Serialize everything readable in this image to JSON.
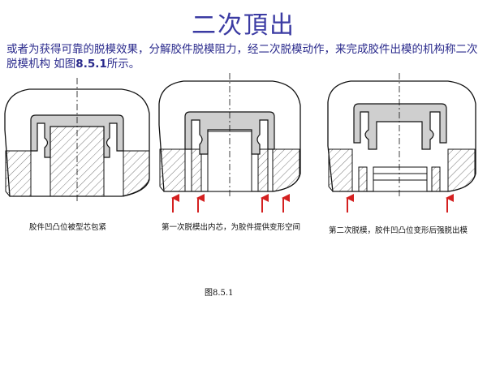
{
  "title": "二次頂出",
  "intro": {
    "text": "或者为获得可靠的脱模效果，分解胶件脱模阻力，经二次脱模动作，来完成胶件出模的机构称二次脱模机构  如图",
    "figure_ref": "8.5.1",
    "suffix": "所示。"
  },
  "panels": [
    {
      "caption": "胶件凹凸位被型芯包紧"
    },
    {
      "caption": "第一次脱模出内芯，为胶件提供变形空间"
    },
    {
      "caption": "第二次脱模，胶件凹凸位变形后强脱出模"
    }
  ],
  "figure_label": "图8.5.1",
  "colors": {
    "title": "#3b3ba3",
    "text": "#2a2a8c",
    "arrow": "#d42020",
    "part_fill": "#cfcfcf",
    "outline": "#111111"
  }
}
